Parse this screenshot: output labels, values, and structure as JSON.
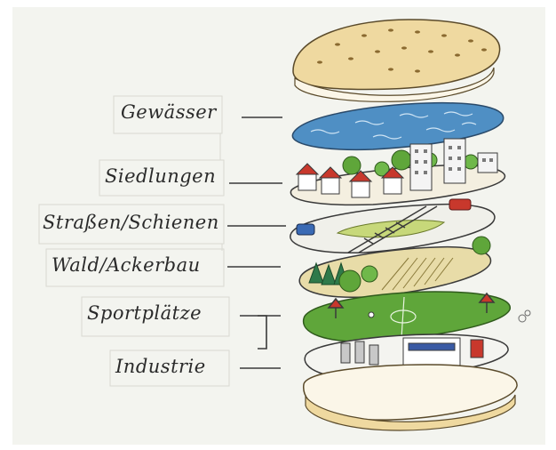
{
  "labels": {
    "gewaesser": "Gewässer",
    "siedlungen": "Siedlungen",
    "strassen": "Straßen/Schienen",
    "wald": "Wald/Ackerbau",
    "sport": "Sportplätze",
    "industrie": "Industrie"
  },
  "colors": {
    "background": "#f3f4ef",
    "bun": "#efd9a0",
    "water": "#4f8fc4",
    "grass": "#5fa63a",
    "roof": "#c8382c",
    "ink": "#2a2a2a"
  }
}
